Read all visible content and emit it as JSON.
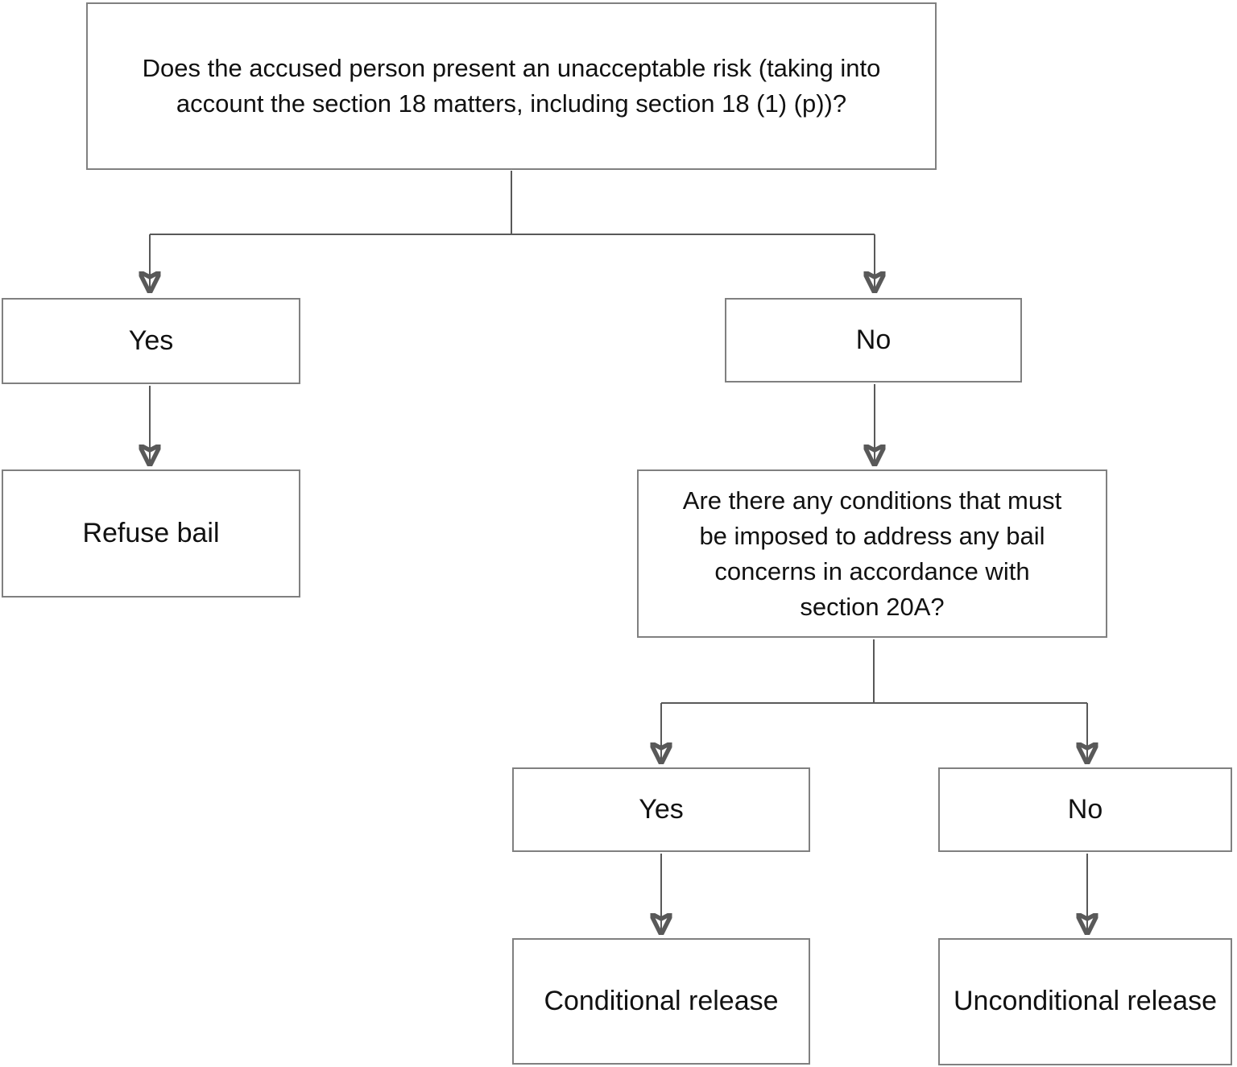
{
  "diagram": {
    "type": "flowchart",
    "topic": "Bail decision flowchart",
    "nodes": {
      "q_risk": {
        "label": [
          "Does the accused person present an unacceptable risk (taking into",
          "account the section 18 matters, including section 18 (1) (p))?"
        ]
      },
      "yes_risk": {
        "label": "Yes"
      },
      "no_risk": {
        "label": "No"
      },
      "refuse_bail": {
        "label": "Refuse bail"
      },
      "q_conditions": {
        "label": [
          "Are there any conditions that must",
          "be imposed to address any bail",
          "concerns in accordance with",
          "section 20A?"
        ]
      },
      "yes_conditions": {
        "label": "Yes"
      },
      "no_conditions": {
        "label": "No"
      },
      "conditional_release": {
        "label": "Conditional release"
      },
      "unconditional_release": {
        "label": "Unconditional release"
      }
    },
    "edges": [
      {
        "from": "q_risk",
        "to": "yes_risk"
      },
      {
        "from": "q_risk",
        "to": "no_risk"
      },
      {
        "from": "yes_risk",
        "to": "refuse_bail"
      },
      {
        "from": "no_risk",
        "to": "q_conditions"
      },
      {
        "from": "q_conditions",
        "to": "yes_conditions"
      },
      {
        "from": "q_conditions",
        "to": "no_conditions"
      },
      {
        "from": "yes_conditions",
        "to": "conditional_release"
      },
      {
        "from": "no_conditions",
        "to": "unconditional_release"
      }
    ],
    "colors": {
      "background": "#ffffff",
      "border": "#808080",
      "line": "#595959",
      "arrowhead": "#2e2e2e",
      "text": "#111111"
    }
  }
}
